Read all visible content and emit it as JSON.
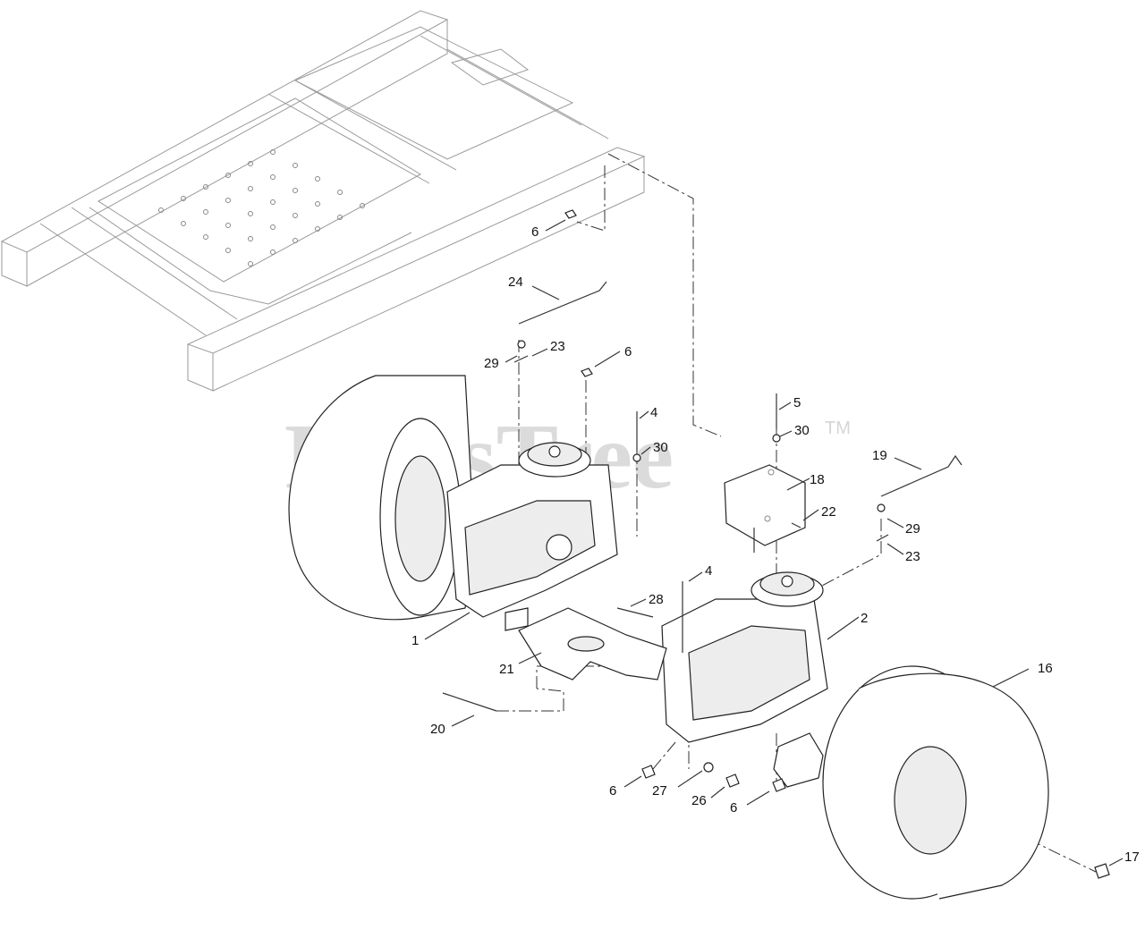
{
  "watermark": {
    "text": "PartsTree",
    "tm": "TM"
  },
  "callouts": [
    {
      "id": "c6a",
      "label": "6"
    },
    {
      "id": "c24",
      "label": "24"
    },
    {
      "id": "c29a",
      "label": "29"
    },
    {
      "id": "c23a",
      "label": "23"
    },
    {
      "id": "c6b",
      "label": "6"
    },
    {
      "id": "c4a",
      "label": "4"
    },
    {
      "id": "c30a",
      "label": "30"
    },
    {
      "id": "c5",
      "label": "5"
    },
    {
      "id": "c30b",
      "label": "30"
    },
    {
      "id": "c19",
      "label": "19"
    },
    {
      "id": "c18",
      "label": "18"
    },
    {
      "id": "c22",
      "label": "22"
    },
    {
      "id": "c29b",
      "label": "29"
    },
    {
      "id": "c23b",
      "label": "23"
    },
    {
      "id": "c4b",
      "label": "4"
    },
    {
      "id": "c28",
      "label": "28"
    },
    {
      "id": "c2",
      "label": "2"
    },
    {
      "id": "c1",
      "label": "1"
    },
    {
      "id": "c21",
      "label": "21"
    },
    {
      "id": "c16",
      "label": "16"
    },
    {
      "id": "c20",
      "label": "20"
    },
    {
      "id": "c6c",
      "label": "6"
    },
    {
      "id": "c27",
      "label": "27"
    },
    {
      "id": "c26",
      "label": "26"
    },
    {
      "id": "c6d",
      "label": "6"
    },
    {
      "id": "c17",
      "label": "17"
    }
  ]
}
